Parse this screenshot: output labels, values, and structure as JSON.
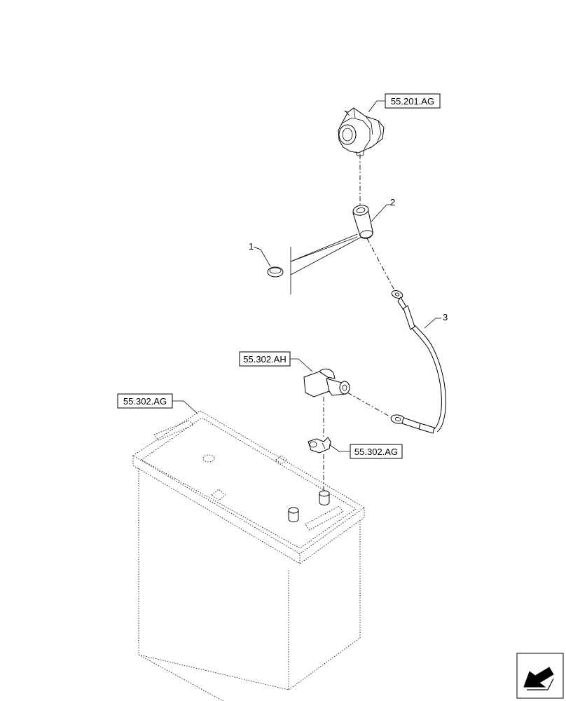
{
  "references": {
    "top_connector": "55.201.AG",
    "terminal_cover": "55.302.AH",
    "battery": "55.302.AG",
    "battery_clamp": "55.302.AG"
  },
  "callouts": {
    "item_1": "1",
    "item_2": "2",
    "item_3": "3"
  }
}
